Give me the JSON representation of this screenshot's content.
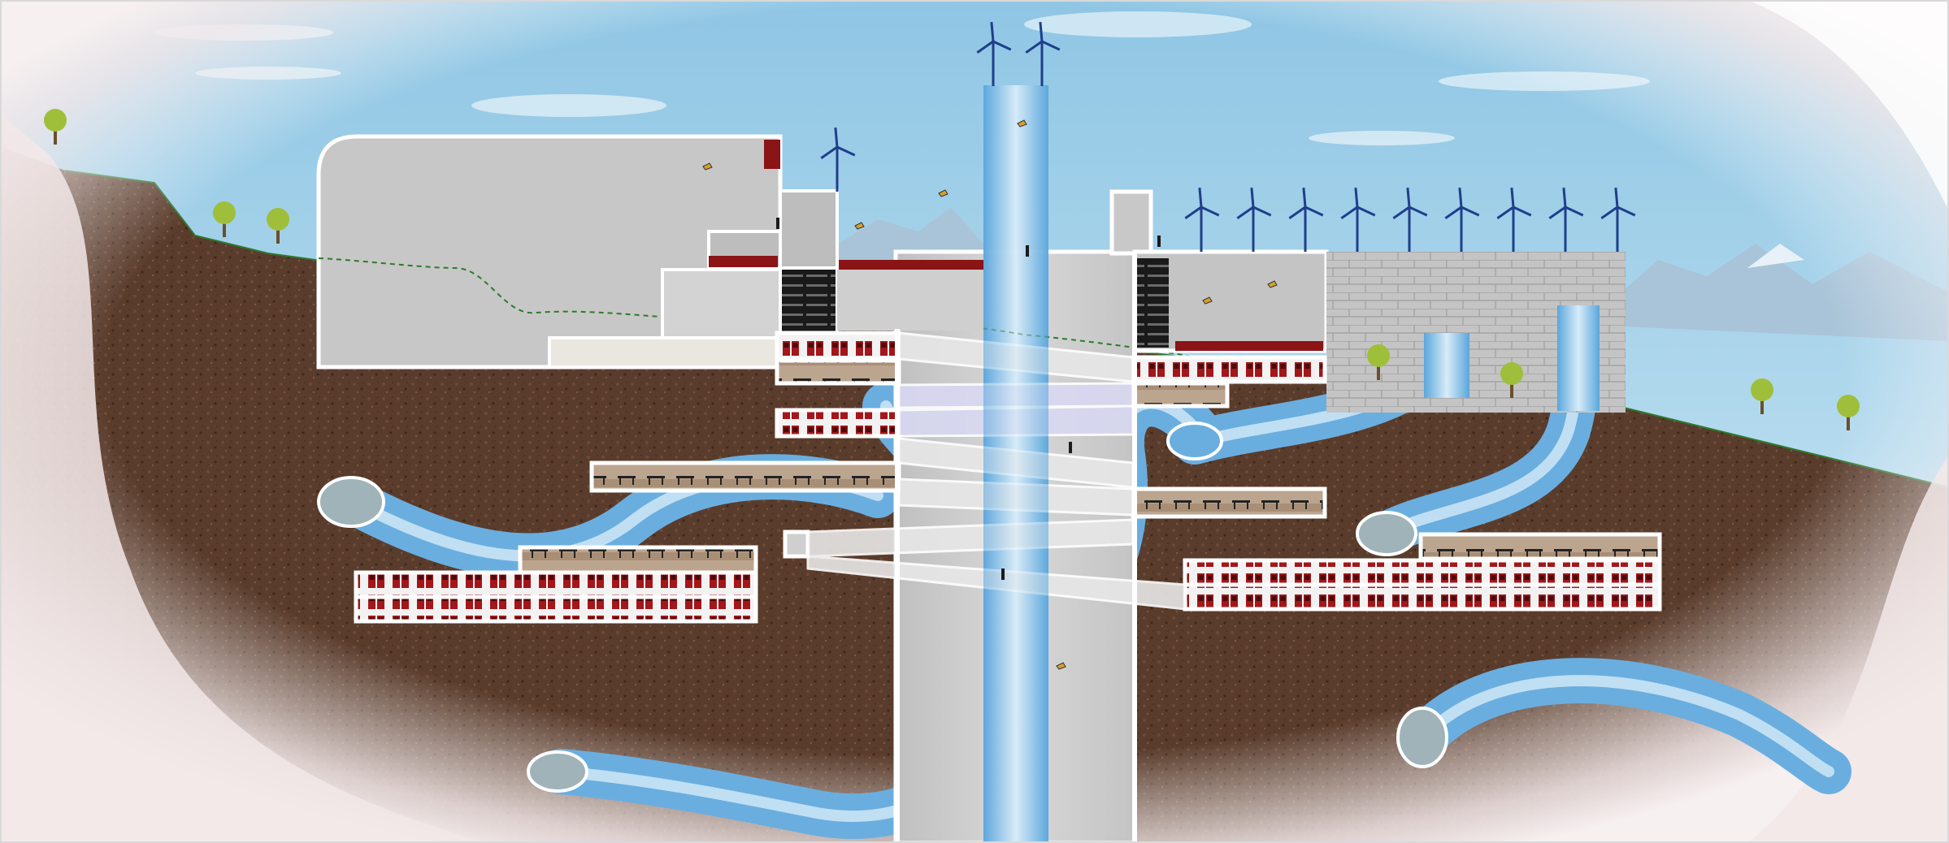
{
  "scene": {
    "kind": "architectural section illustration",
    "text_labels": []
  },
  "colors": {
    "sky_top": "#8fc6e4",
    "sky_bottom": "#cfe8f4",
    "mountain": "#a9c4d8",
    "soil": "#5a3c2c",
    "soil_dark": "#3f281c",
    "haze": "#f1e6e6",
    "building_gray": "#c8c8c8",
    "building_light": "#e3e3e3",
    "outline": "#ffffff",
    "tunnel_blue": "#6aaee0",
    "tunnel_light": "#cfe6f6",
    "portal_fill": "#9fb3b8",
    "shaft_blue": "#7fc0ea",
    "turbine_blue": "#1e3f8c",
    "door_red": "#a3161a",
    "wood_floor": "#b79b82",
    "tree_green": "#9fbf3a",
    "brick_gray": "#bdbdbd",
    "grass_line": "#2e7a2e"
  },
  "icons": {
    "turbine": "wind-turbine-icon",
    "tree": "tree-icon",
    "person": "person-icon",
    "bird": "bird-icon",
    "door": "door-icon"
  },
  "counts": {
    "turbines_right_row": 9,
    "turbines_top_shaft": 2,
    "trees": 7
  }
}
